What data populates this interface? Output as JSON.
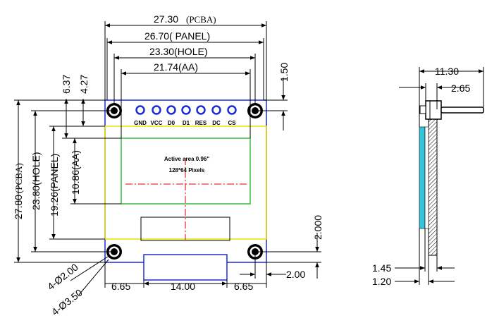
{
  "front_view": {
    "width_pcba": "27.30",
    "width_pcba_unit": "(PCBA)",
    "width_panel": "26.70( PANEL)",
    "width_hole": "23.30(HOLE)",
    "width_aa": "21.74(AA)",
    "dim_6_37": "6.37",
    "dim_4_27": "4.27",
    "dim_1_50": "1.50",
    "height_pcba": "27.80",
    "height_pcba_unit": "(PCBA)",
    "height_hole": "23.80(HOLE)",
    "height_panel": "19.26(PANEL)",
    "height_aa": "10.86(AA)",
    "dim_2_000": "2.000",
    "hole_small": "4-Ø2.00",
    "hole_large": "4-Ø3.50",
    "dim_6_65_left": "6.65",
    "dim_14_00": "14.00",
    "dim_6_65_right": "6.65",
    "dim_2_00": "2.00",
    "display_text_1": "Active area 0.96\"",
    "display_text_2": "128*64 Pixels",
    "pins": [
      "GND",
      "VCC",
      "D0",
      "D1",
      "RES",
      "DC",
      "CS"
    ]
  },
  "side_view": {
    "dim_11_30": "11.30",
    "dim_2_65": "2.65",
    "dim_1_45": "1.45",
    "dim_1_20": "1.20"
  },
  "colors": {
    "pcb_outline": "#1b2bd6",
    "panel_outline": "#e8e000",
    "aa_outline": "#3ab83a",
    "center_line": "#e00000",
    "pin": "#1b2bd6",
    "side_panel": "#33c6d8"
  }
}
